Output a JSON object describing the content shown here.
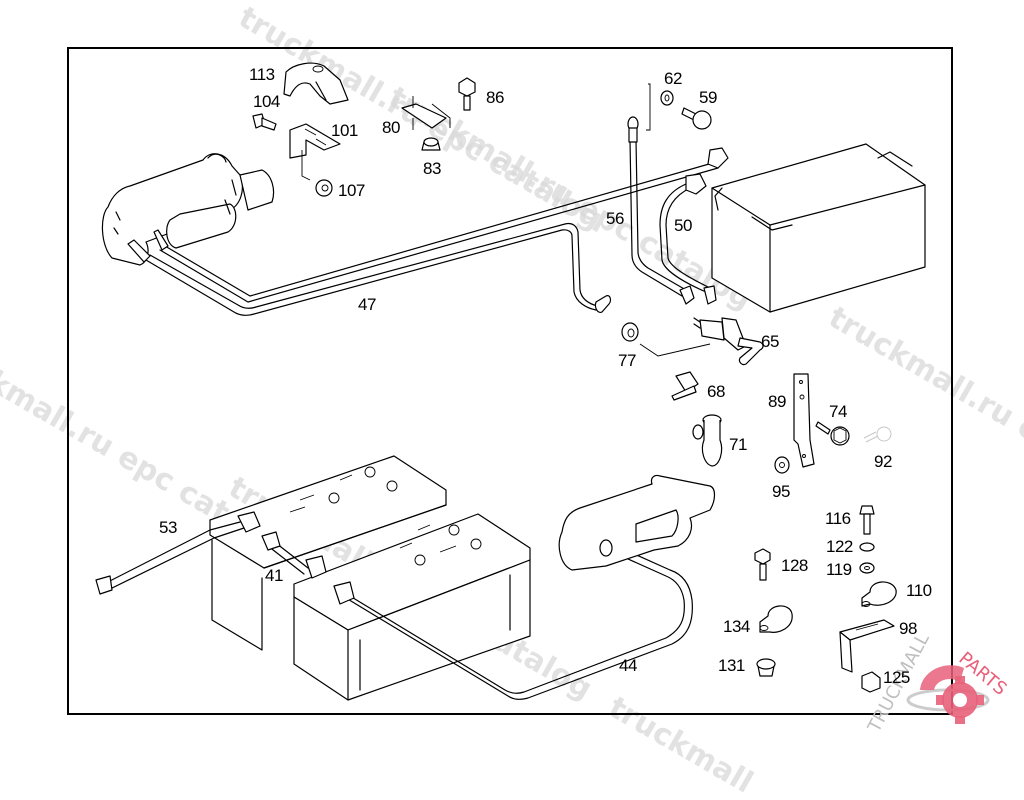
{
  "diagram": {
    "title": "Battery and starter cable parts diagram",
    "callouts": [
      {
        "id": "113",
        "label": "113"
      },
      {
        "id": "104",
        "label": "104"
      },
      {
        "id": "101",
        "label": "101"
      },
      {
        "id": "107",
        "label": "107"
      },
      {
        "id": "80",
        "label": "80"
      },
      {
        "id": "83",
        "label": "83"
      },
      {
        "id": "86",
        "label": "86"
      },
      {
        "id": "62",
        "label": "62"
      },
      {
        "id": "59",
        "label": "59"
      },
      {
        "id": "56",
        "label": "56"
      },
      {
        "id": "50",
        "label": "50"
      },
      {
        "id": "47",
        "label": "47"
      },
      {
        "id": "77",
        "label": "77"
      },
      {
        "id": "65",
        "label": "65"
      },
      {
        "id": "68",
        "label": "68"
      },
      {
        "id": "89",
        "label": "89"
      },
      {
        "id": "74",
        "label": "74"
      },
      {
        "id": "92",
        "label": "92"
      },
      {
        "id": "71",
        "label": "71"
      },
      {
        "id": "95",
        "label": "95"
      },
      {
        "id": "53",
        "label": "53"
      },
      {
        "id": "41",
        "label": "41"
      },
      {
        "id": "44",
        "label": "44"
      },
      {
        "id": "116",
        "label": "116"
      },
      {
        "id": "122",
        "label": "122"
      },
      {
        "id": "119",
        "label": "119"
      },
      {
        "id": "128",
        "label": "128"
      },
      {
        "id": "110",
        "label": "110"
      },
      {
        "id": "134",
        "label": "134"
      },
      {
        "id": "98",
        "label": "98"
      },
      {
        "id": "131",
        "label": "131"
      },
      {
        "id": "125",
        "label": "125"
      }
    ]
  },
  "watermark": {
    "text_1": "truckmall.ru epc catalog",
    "text_2": "truckmall.ru epc catalog",
    "text_3": "truckmall.ru epc catalog",
    "text_4": "truckmall.ru epc catalog",
    "text_5": "truckmall.ru epc catalog",
    "color": "#d9d9d9"
  },
  "logo": {
    "brand_part1": "TRUCKMALL",
    "brand_part2": "PARTS",
    "primary_color": "#e8607a",
    "secondary_color": "#bfbfbf"
  }
}
